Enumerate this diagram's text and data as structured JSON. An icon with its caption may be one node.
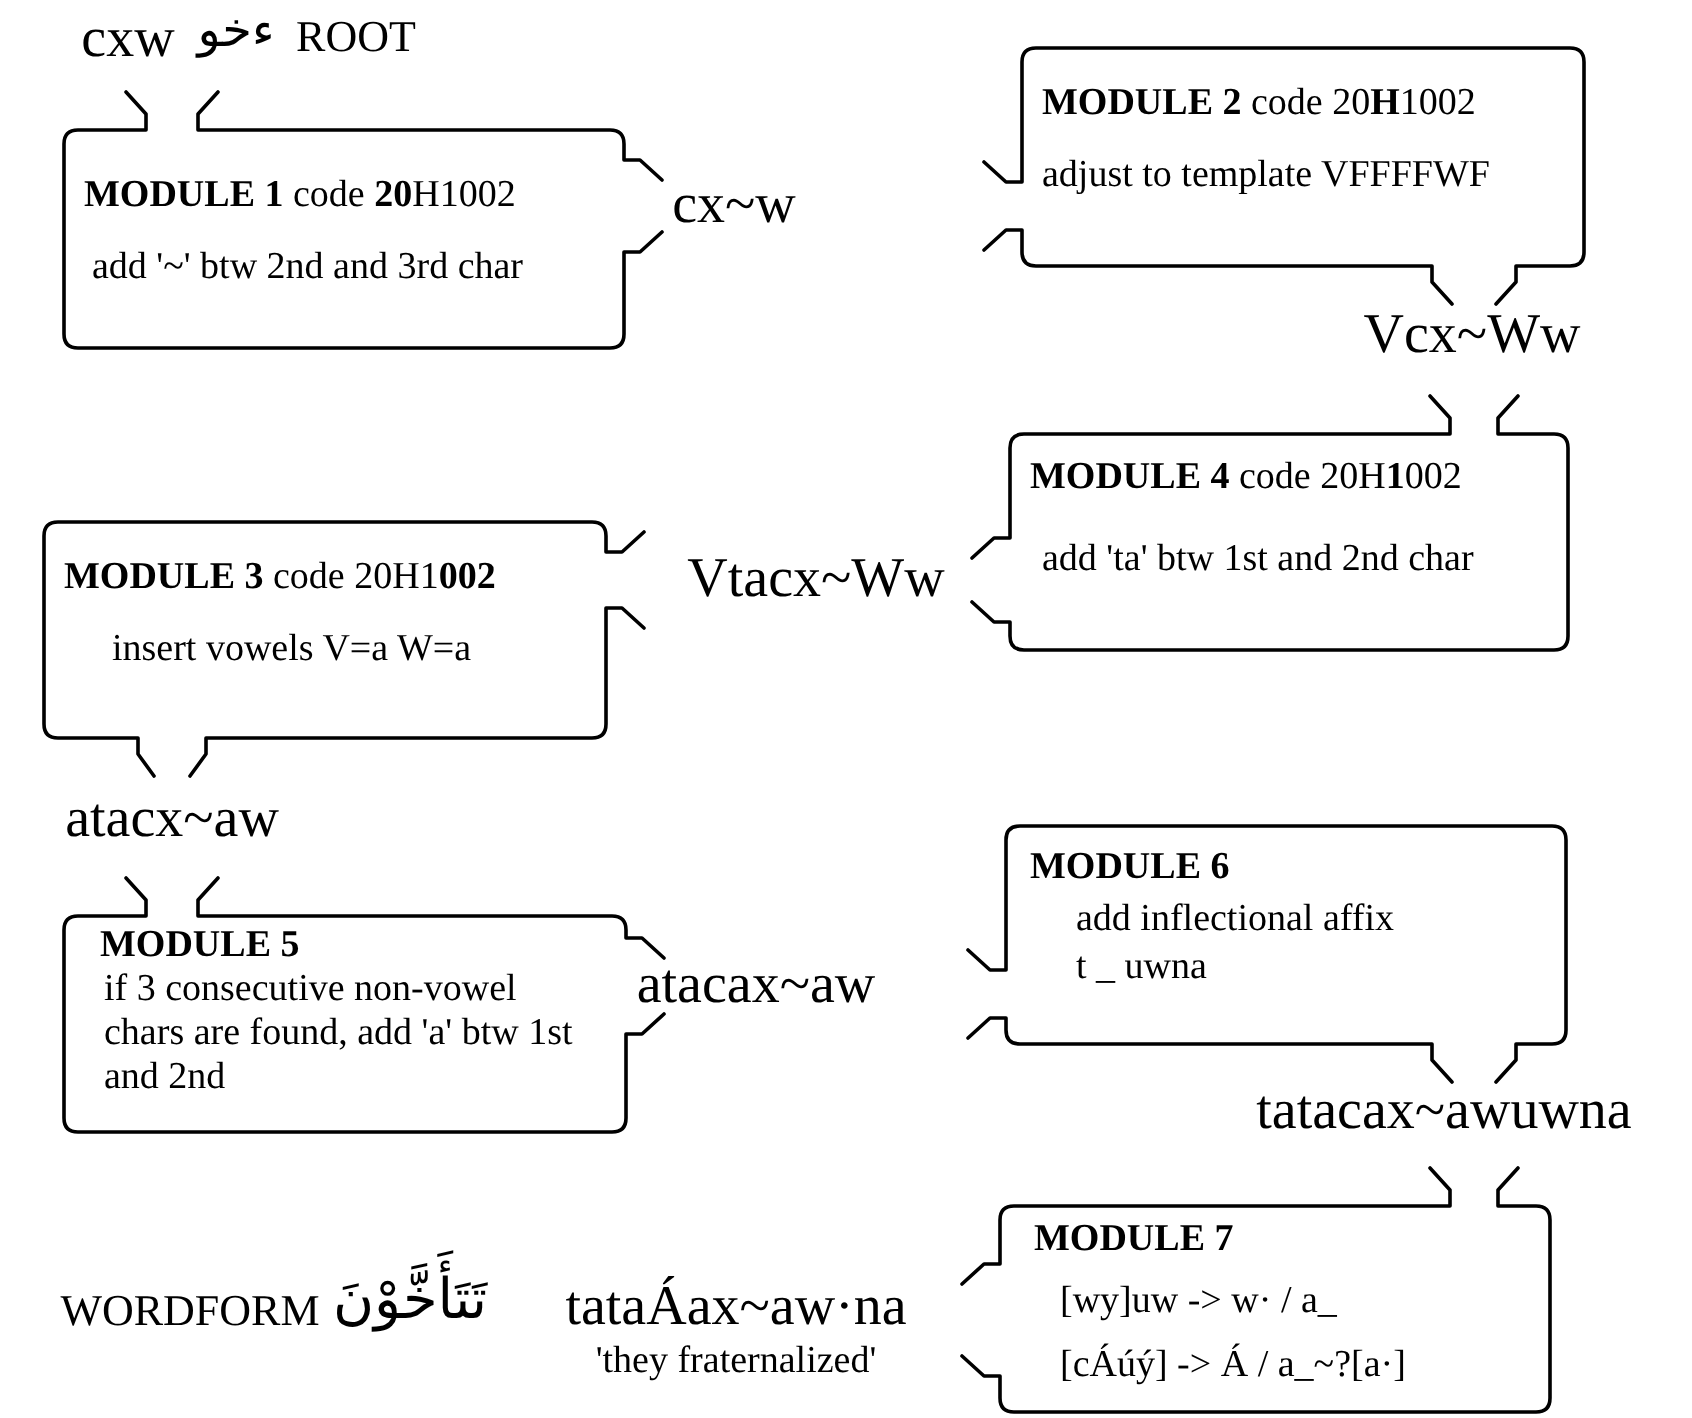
{
  "diagram": {
    "nodes": [
      {
        "text": [
          "cxw"
        ]
      },
      {
        "text": [
          "**MODULE 1**  code **20**H1002",
          "add '~' btw 2nd and 3rd char"
        ]
      },
      {
        "text": [
          "cx~w"
        ]
      },
      {
        "text": [
          "**MODULE 2**  code 20**H**1002",
          "adjust to template VFFFFWF"
        ]
      },
      {
        "text": [
          "Vcx~Ww"
        ]
      },
      {
        "text": [
          "**MODULE 4**  code 20H**1**002",
          "add 'ta' btw 1st and 2nd char"
        ]
      },
      {
        "text": [
          "Vtacx~Ww"
        ]
      },
      {
        "text": [
          "**MODULE 3**  code 20H1**002**",
          "insert vowels V=a  W=a"
        ]
      },
      {
        "text": [
          "atacx~aw"
        ]
      },
      {
        "text": [
          "MODULE 5",
          "if 3 consecutive non-vowel chars are found, add 'a' btw 1st and 2nd"
        ]
      },
      {
        "text": [
          "atacax~aw"
        ]
      },
      {
        "text": [
          "MODULE 6",
          "add inflectional affix",
          "t _ uwna"
        ]
      },
      {
        "text": [
          "tatacax~awuwna"
        ]
      },
      {
        "text": [
          "MODULE 7",
          "[wy]uw -> w· / a_",
          "[cÁúý] -> Á / a_~?[a·]"
        ]
      },
      {
        "text": [
          "tataÁax~aw·na"
        ],
        "beside": [
          "'they fraternalized'"
        ]
      }
    ],
    "labels": [
      "ءخو",
      "ROOT",
      "WORDFORM",
      "تَتَأَخَّوْنَ"
    ]
  }
}
